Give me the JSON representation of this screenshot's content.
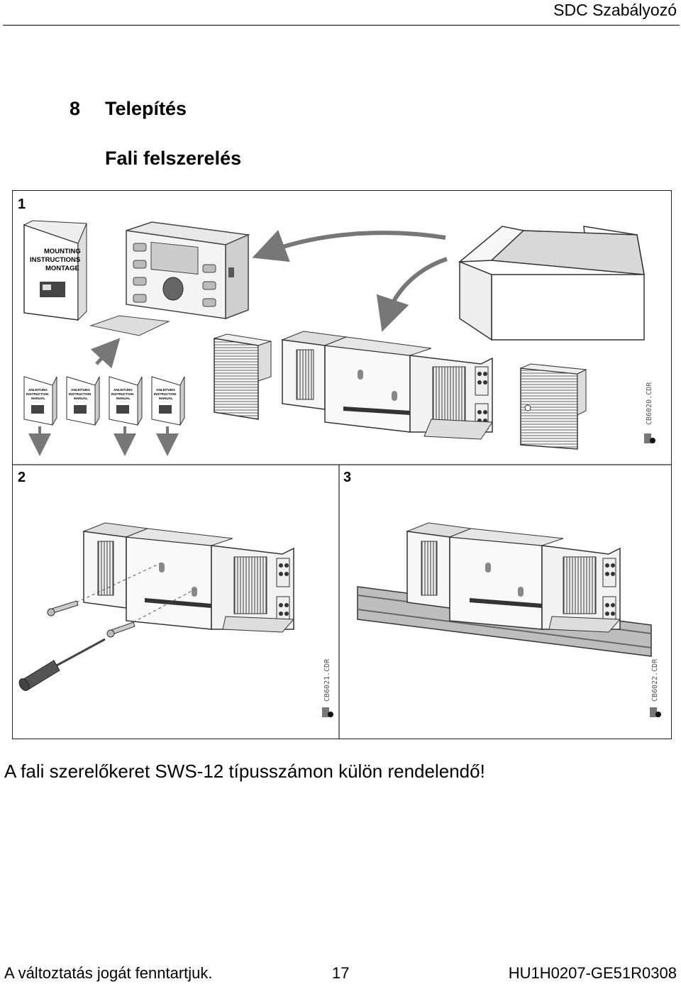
{
  "header": {
    "title": "SDC Szabályozó"
  },
  "section": {
    "number": "8",
    "title": "Telepítés"
  },
  "subsection": {
    "title": "Fali felszerelés"
  },
  "figure": {
    "panels": [
      {
        "label": "1",
        "code": "CB6020.CDR"
      },
      {
        "label": "2",
        "code": "CB6021.CDR"
      },
      {
        "label": "3",
        "code": "CB6022.CDR"
      }
    ],
    "manual": {
      "line1": "MOUNTING",
      "line2": "INSTRUCTIONS",
      "line3": "MONTAGE"
    },
    "small_manual": {
      "line1": "ANLEITUNG",
      "line2": "INSTRUCTION",
      "line3": "MANUAL"
    }
  },
  "note": {
    "text": "A fali szerelőkeret SWS-12 típusszámon külön rendelendő!"
  },
  "footer": {
    "left": "A változtatás jogát fenntartjuk.",
    "page": "17",
    "doc_id": "HU1H0207-GE51R0308"
  }
}
